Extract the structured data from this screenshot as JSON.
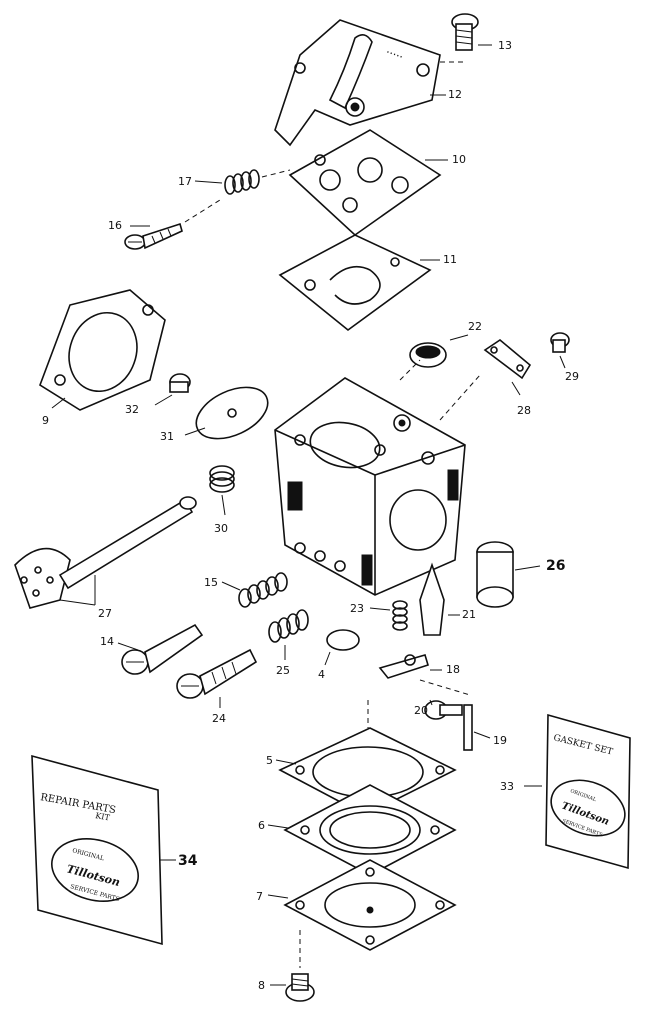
{
  "labels": {
    "p4": "4",
    "p5": "5",
    "p6": "6",
    "p7": "7",
    "p8": "8",
    "p9": "9",
    "p10": "10",
    "p11": "11",
    "p12": "12",
    "p13": "13",
    "p14": "14",
    "p15": "15",
    "p16": "16",
    "p17": "17",
    "p18": "18",
    "p19": "19",
    "p20": "20",
    "p21": "21",
    "p22": "22",
    "p23": "23",
    "p24": "24",
    "p25": "25",
    "p26": "26",
    "p27": "27",
    "p28": "28",
    "p29": "29",
    "p30": "30",
    "p31": "31",
    "p32": "32",
    "p33": "33",
    "p34": "34"
  },
  "repair_kit": {
    "line1": "REPAIR PARTS",
    "line2": "KIT",
    "seal_top": "ORIGINAL",
    "seal_brand": "Tillotson",
    "seal_bottom": "SERVICE PARTS"
  },
  "gasket_set": {
    "line1": "GASKET SET",
    "seal_top": "ORIGINAL",
    "seal_brand": "Tillotson",
    "seal_bottom": "SERVICE PARTS"
  }
}
